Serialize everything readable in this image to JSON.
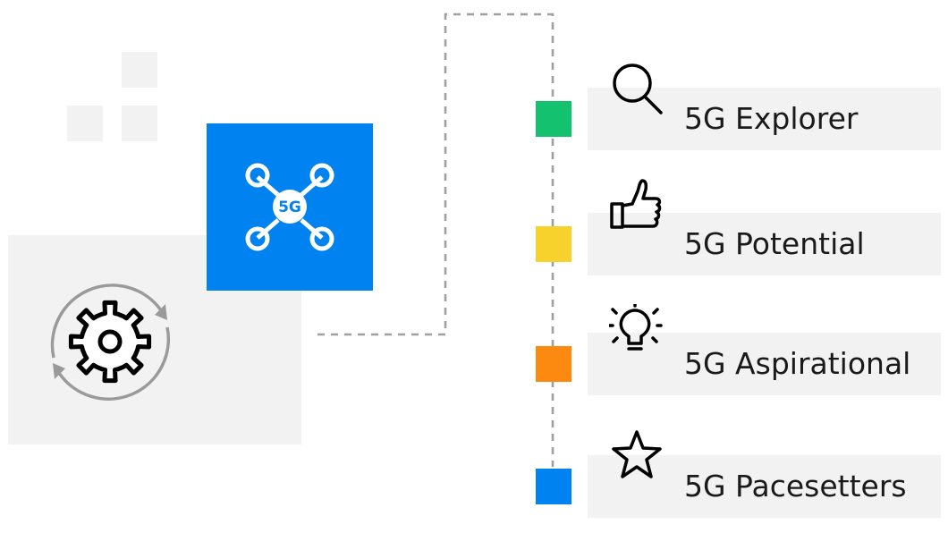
{
  "colors": {
    "panel": "#f2f2f2",
    "network_blue": "#0082f0",
    "connector": "#a0a0a0",
    "icon_stroke": "#000000",
    "rotate_arrows": "#9a9a9a"
  },
  "network_icon": {
    "label": "5G",
    "icon": "network-nodes-icon"
  },
  "gear_icon": {
    "icon": "gear-rotate-icon"
  },
  "tiers": [
    {
      "label": "5G Explorer",
      "icon": "magnifier-icon",
      "color": "#13c16e"
    },
    {
      "label": "5G Potential",
      "icon": "thumbs-up-icon",
      "color": "#f8d22c"
    },
    {
      "label": "5G Aspirational",
      "icon": "lightbulb-icon",
      "color": "#fc8910"
    },
    {
      "label": "5G Pacesetters",
      "icon": "star-icon",
      "color": "#0082f0"
    }
  ]
}
